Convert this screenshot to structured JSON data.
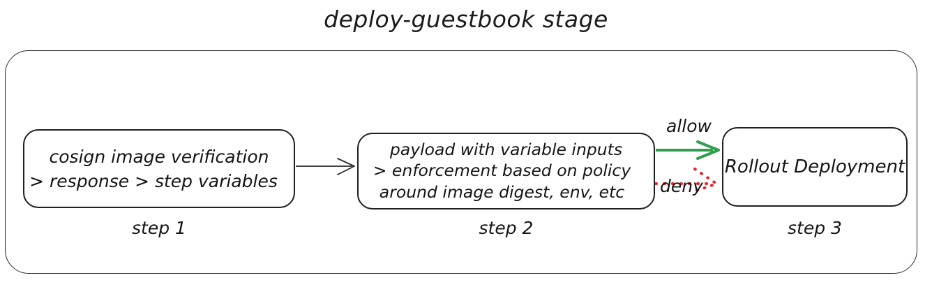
{
  "title": "deploy-guestbook stage",
  "colors": {
    "stroke": "#1f1f1f",
    "allow": "#2e9e4f",
    "deny": "#e8212e",
    "background": "#ffffff"
  },
  "nodes": [
    {
      "id": "step-1",
      "caption": "step 1",
      "lines": [
        "cosign image verification",
        "> response > step variables"
      ]
    },
    {
      "id": "step-2",
      "caption": "step 2",
      "lines": [
        "payload with variable inputs",
        "> enforcement based on policy",
        "around image digest, env, etc"
      ]
    },
    {
      "id": "step-3",
      "caption": "step 3",
      "lines": [
        "Rollout Deployment"
      ]
    }
  ],
  "edges": [
    {
      "id": "edge-1-to-2",
      "label": "",
      "style": "solid",
      "color": "#1f1f1f"
    },
    {
      "id": "edge-allow",
      "label": "allow",
      "style": "solid",
      "color": "#2e9e4f"
    },
    {
      "id": "edge-deny",
      "label": "deny",
      "style": "dotted",
      "color": "#e8212e"
    }
  ]
}
